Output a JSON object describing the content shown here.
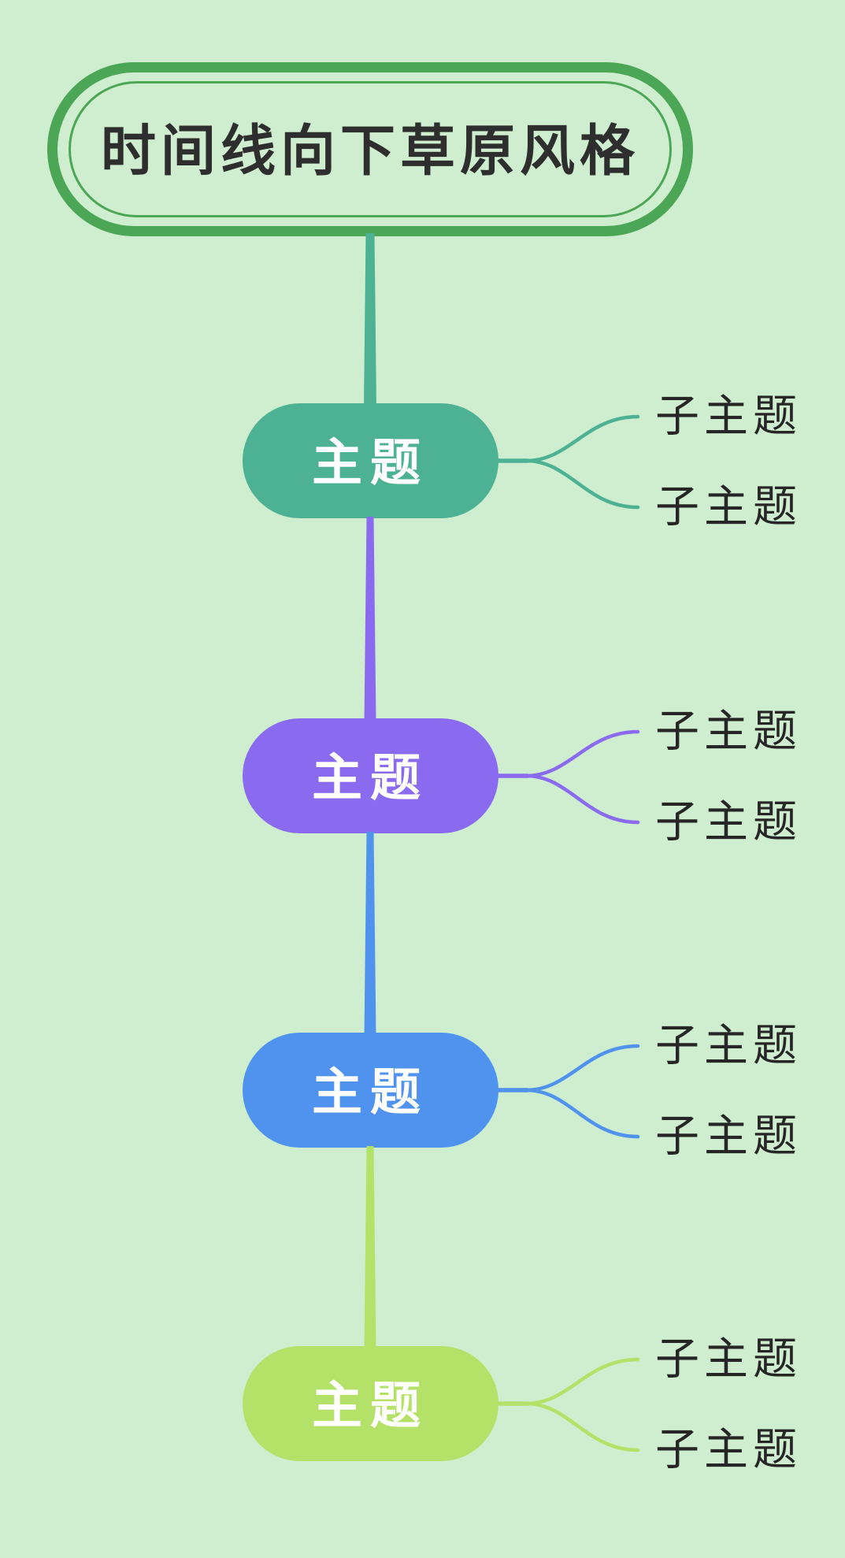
{
  "title": "时间线向下草原风格",
  "colors": {
    "background": "#cfeecf",
    "root_border": "#4ba656",
    "title_text": "#2e2e2e",
    "topic_text": "#ffffff",
    "subtopic_text": "#262626"
  },
  "topics": [
    {
      "label": "主题",
      "color": "#4cb293",
      "subtopics": [
        "子主题",
        "子主题"
      ]
    },
    {
      "label": "主题",
      "color": "#8a6bef",
      "subtopics": [
        "子主题",
        "子主题"
      ]
    },
    {
      "label": "主题",
      "color": "#5093ee",
      "subtopics": [
        "子主题",
        "子主题"
      ]
    },
    {
      "label": "主题",
      "color": "#b4e168",
      "subtopics": [
        "子主题",
        "子主题"
      ]
    }
  ]
}
